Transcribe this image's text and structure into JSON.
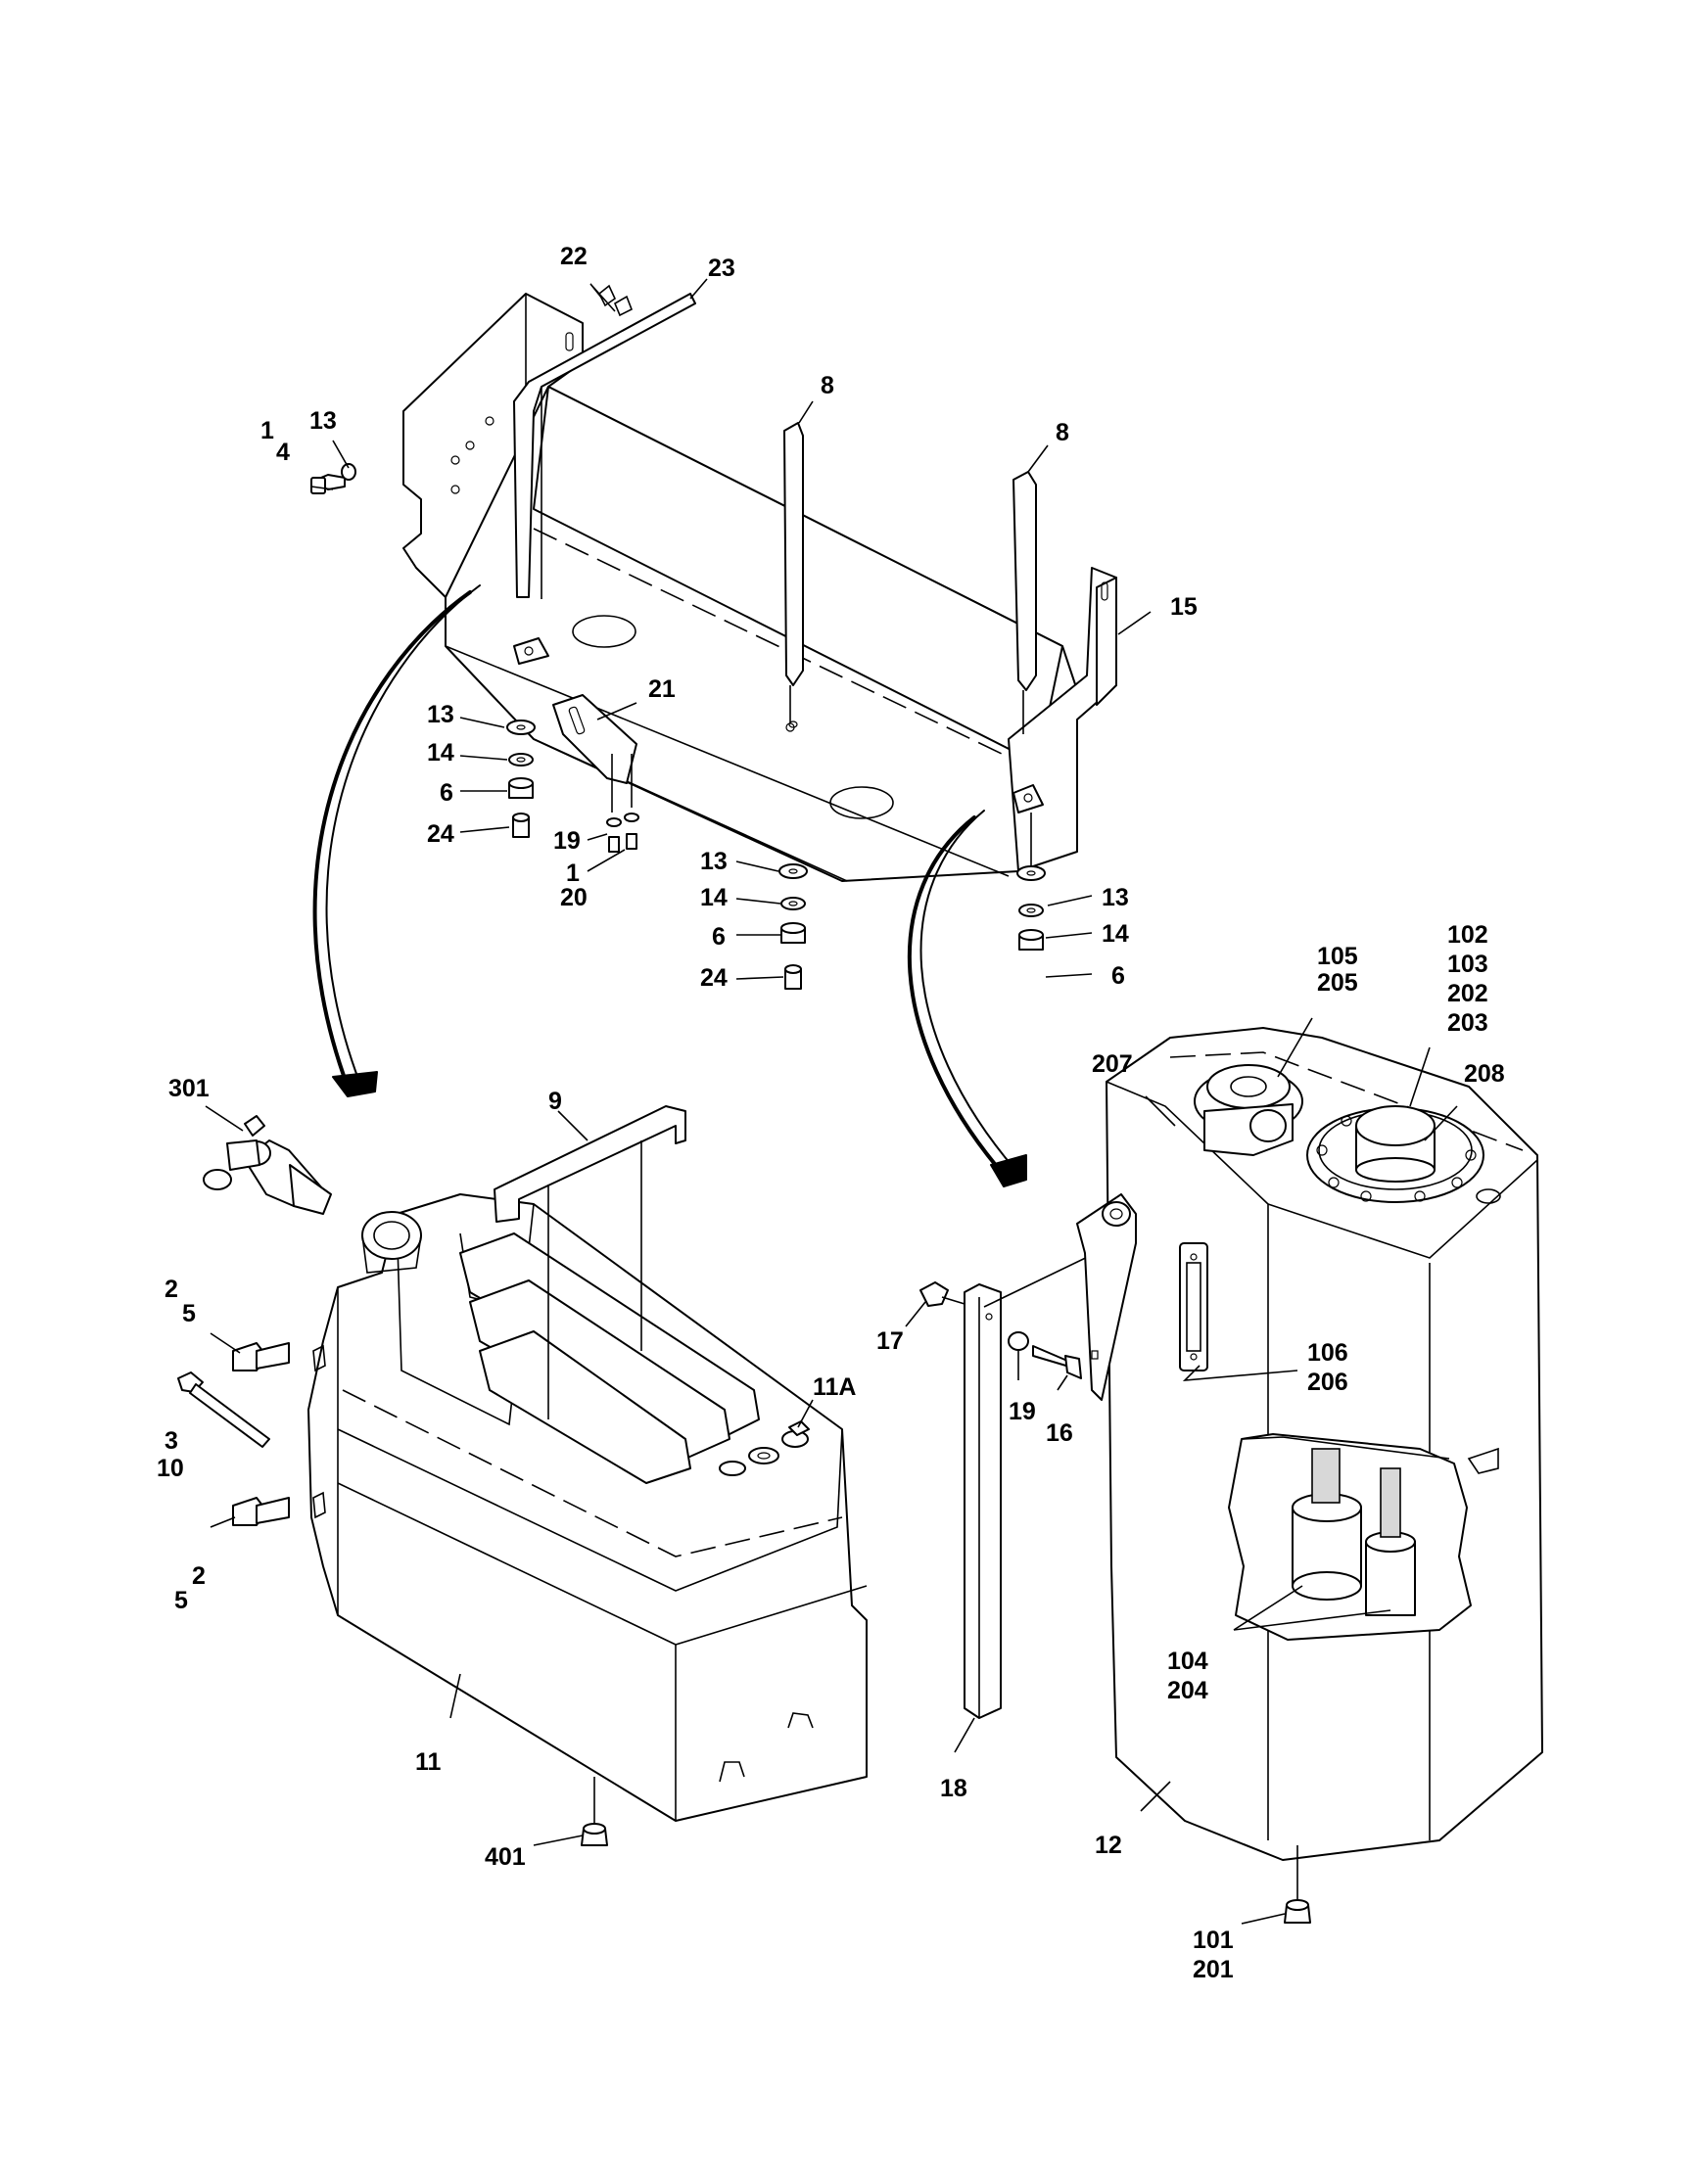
{
  "labels": {
    "l22": "22",
    "l23": "23",
    "l1a": "1",
    "l4": "4",
    "l13a": "13",
    "l8a": "8",
    "l8b": "8",
    "l15": "15",
    "l21": "21",
    "l13b": "13",
    "l14a": "14",
    "l6a": "6",
    "l24a": "24",
    "l19a": "19",
    "l1b": "1",
    "l20": "20",
    "l13c": "13",
    "l14b": "14",
    "l6b": "6",
    "l24b": "24",
    "l13d": "13",
    "l14c": "14",
    "l6c": "6",
    "l105": "105",
    "l205": "205",
    "l102": "102",
    "l103": "103",
    "l202": "202",
    "l203": "203",
    "l207": "207",
    "l208": "208",
    "l301": "301",
    "l9": "9",
    "l2a": "2",
    "l5a": "5",
    "l3": "3",
    "l10": "10",
    "l2b": "2",
    "l5b": "5",
    "l11a": "11A",
    "l11": "11",
    "l401": "401",
    "l17": "17",
    "l19b": "19",
    "l16": "16",
    "l18": "18",
    "l106": "106",
    "l206": "206",
    "l104": "104",
    "l204": "204",
    "l12": "12",
    "l101": "101",
    "l201": "201"
  },
  "colors": {
    "line": "#000000",
    "background": "#ffffff",
    "shade": "#d8d8d8"
  }
}
